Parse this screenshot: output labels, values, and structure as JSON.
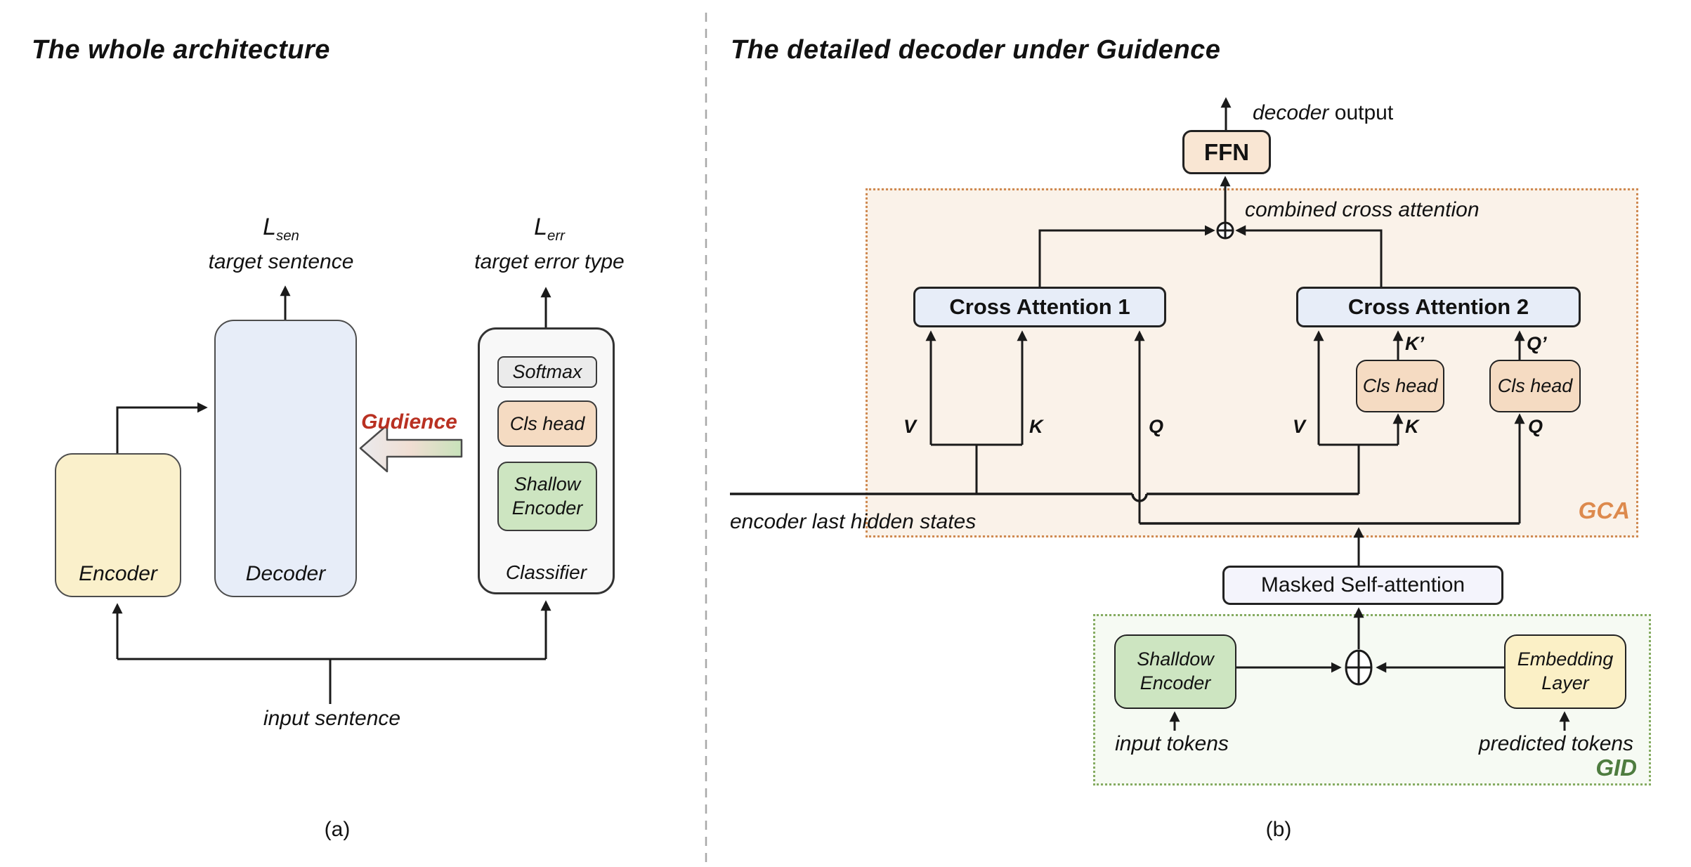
{
  "left_panel": {
    "title": "The whole architecture",
    "loss_sentence": {
      "base": "L",
      "sub": "sen"
    },
    "target_sentence_label": "target sentence",
    "loss_error": {
      "base": "L",
      "sub": "err"
    },
    "target_error_type_label": "target error type",
    "guidance_arrow_label": "Gudience",
    "encoder_label": "Encoder",
    "decoder_label": "Decoder",
    "classifier": {
      "softmax_label": "Softmax",
      "cls_head_label": "Cls head",
      "shallow_encoder_label": "Shallow\nEncoder",
      "classifier_label": "Classifier"
    },
    "input_sentence_label": "input sentence",
    "caption": "(a)"
  },
  "right_panel": {
    "title": "The detailed decoder under Guidence",
    "decoder_output": {
      "emph": "decoder",
      "rest": " output"
    },
    "ffn_label": "FFN",
    "combined_cross_attention_label": "combined cross attention",
    "cross_attention_1_label": "Cross Attention 1",
    "cross_attention_2_label": "Cross Attention 2",
    "cls_head_k_label": "Cls head",
    "cls_head_q_label": "Cls head",
    "k_prime_label": "K’",
    "q_prime_label": "Q’",
    "ca1_v": "V",
    "ca1_k": "K",
    "ca1_q": "Q",
    "ca2_v": "V",
    "ca2_k": "K",
    "ca2_q": "Q",
    "encoder_states_label": "encoder last hidden states",
    "gca_label": "GCA",
    "masked_self_attention_label": "Masked Self-attention",
    "shalldow_encoder_label": "Shalldow\nEncoder",
    "embedding_layer_label": "Embedding\nLayer",
    "input_tokens_label": "input tokens",
    "predicted_tokens_label": "predicted tokens",
    "gid_label": "GID",
    "caption": "(b)"
  },
  "colors": {
    "guidance_red": "#b93122",
    "gca_orange": "#dd8a4d",
    "gid_green": "#4e7c3f",
    "encoder_yellow": "#faf0cb",
    "decoder_blue": "#e7edf8",
    "cls_head_peach": "#f5dbc2",
    "shallow_encoder_green": "#cde5c1",
    "ffn_peach": "#f9e6d3",
    "gca_region_bg": "#faf2e9",
    "gid_region_bg": "#f6faf3"
  }
}
